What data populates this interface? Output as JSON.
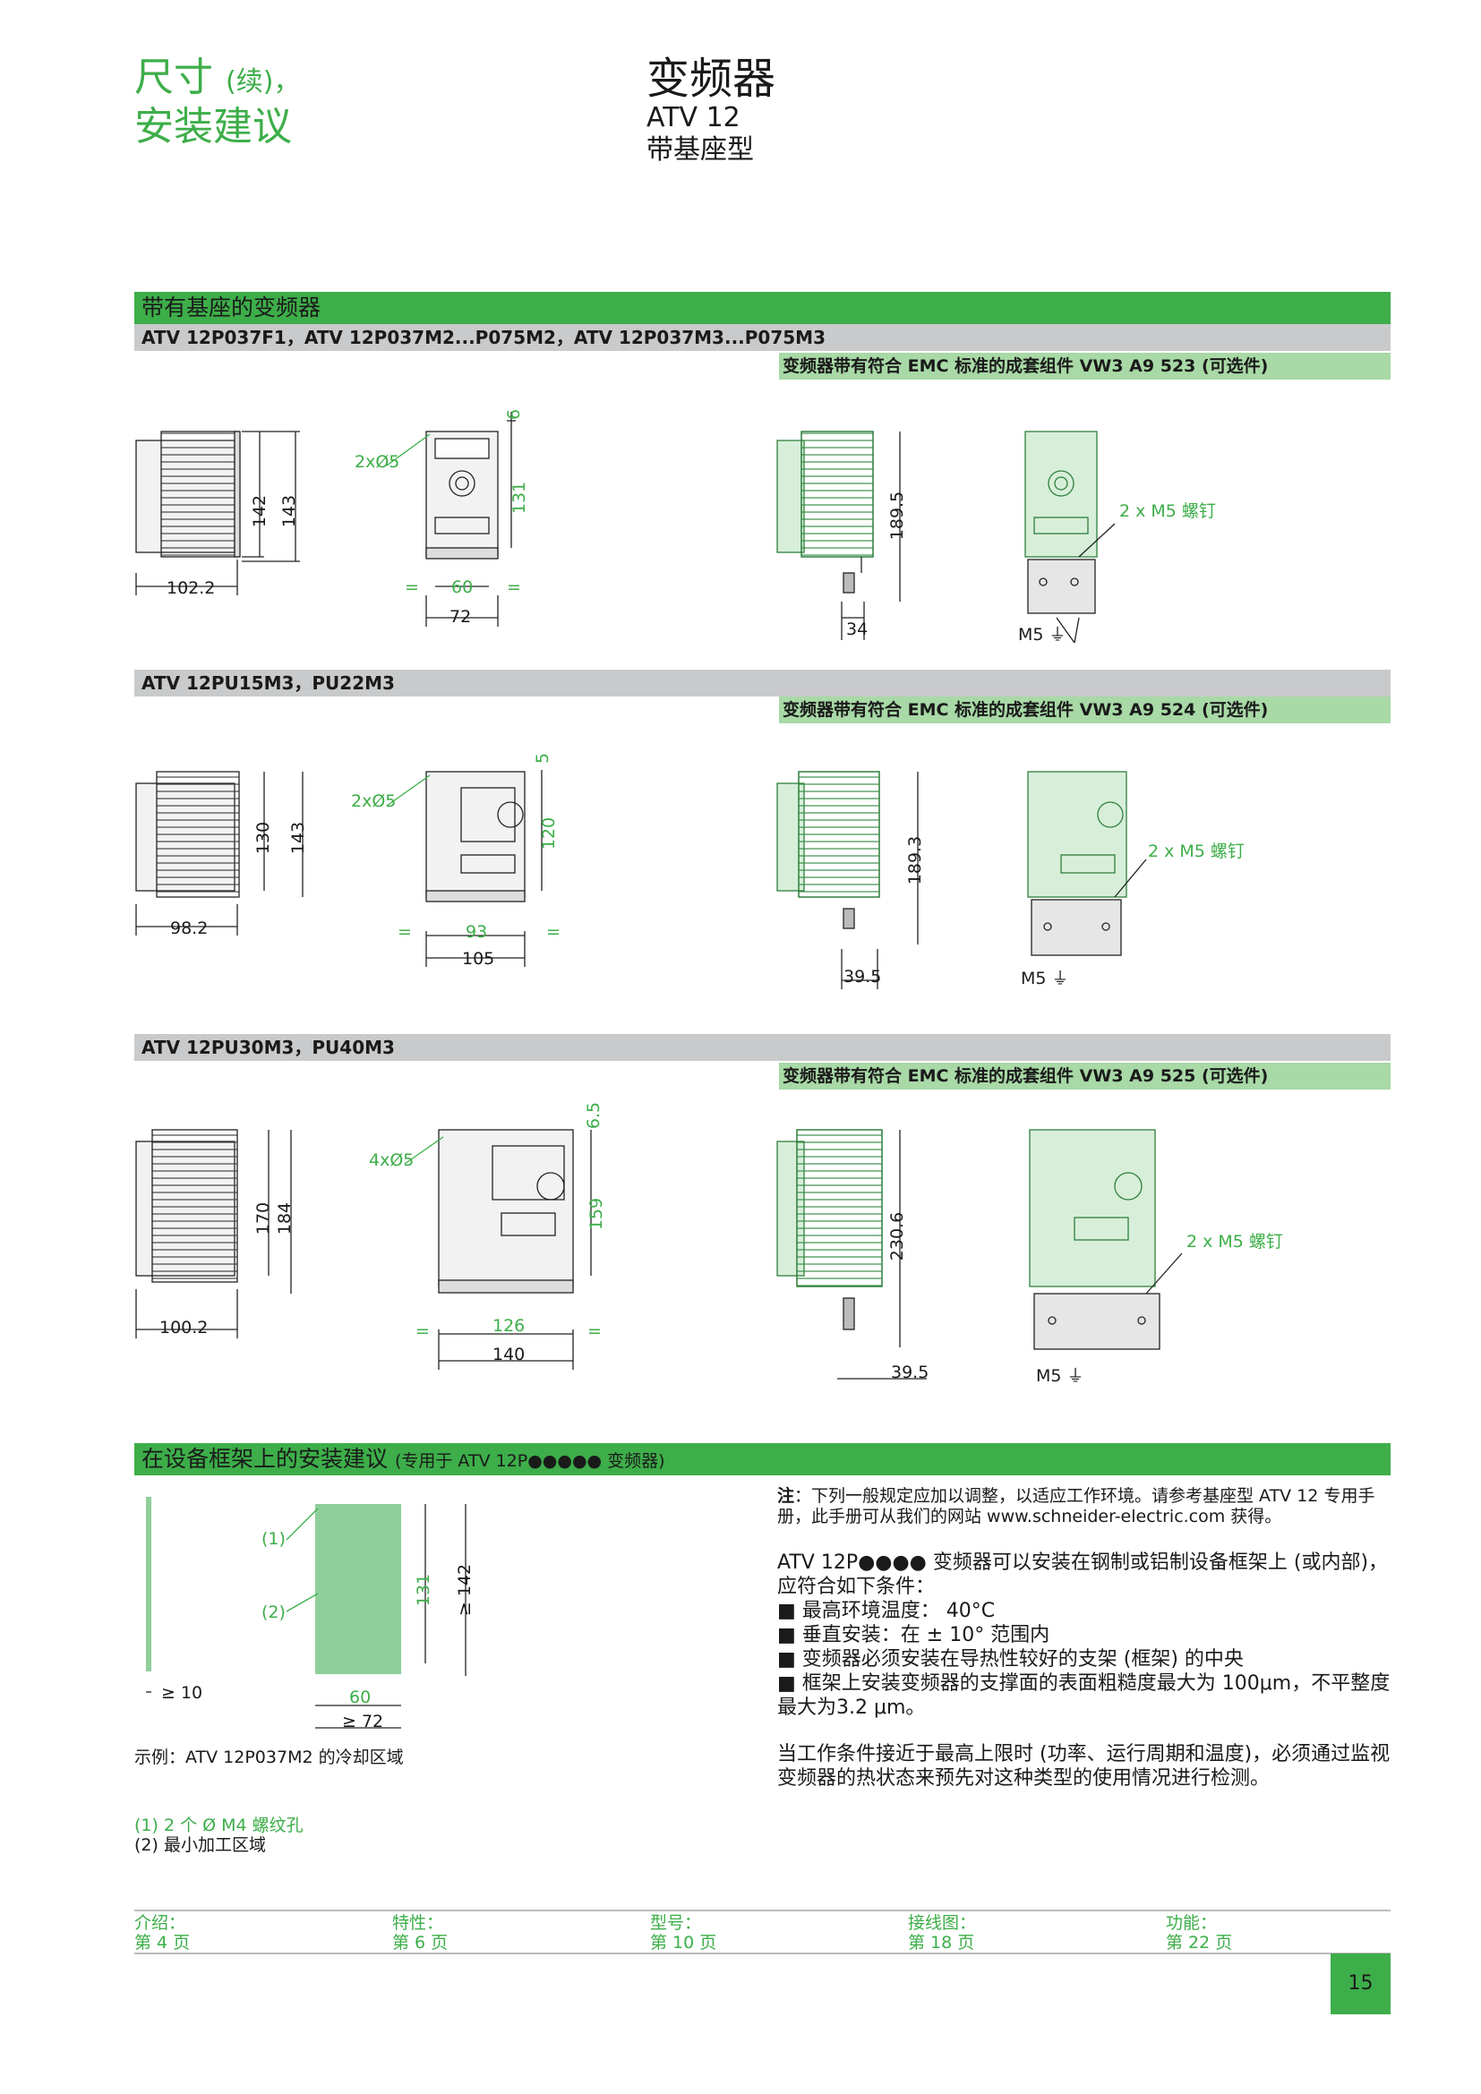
{
  "header": {
    "left_line1": "尺寸",
    "left_line1_small": "(续)，",
    "left_line2": "安装建议",
    "title": "变频器",
    "model": "ATV 12",
    "subtitle": "带基座型"
  },
  "section1": {
    "title": "带有基座的变频器",
    "row1_models": "ATV 12P037F1，ATV 12P037M2...P075M2，ATV 12P037M3...P075M3",
    "row1_kit": "变频器带有符合 EMC 标准的成套组件 VW3 A9 523 (可选件)",
    "row1_dims": {
      "side_w": "102.2",
      "h1": "142",
      "h2": "143",
      "holes": "2xØ5",
      "top": "6",
      "h3": "131",
      "w1": "60",
      "w2": "72",
      "emc_h": "189.5",
      "emc_w": "34",
      "screw": "2 x M5 螺钉",
      "m5": "M5 ⏚",
      "eq": "="
    },
    "row2_models": "ATV 12PU15M3，PU22M3",
    "row2_kit": "变频器带有符合 EMC 标准的成套组件 VW3 A9 524 (可选件)",
    "row2_dims": {
      "side_w": "98.2",
      "h1": "130",
      "h2": "143",
      "holes": "2xØ5",
      "top": "5",
      "h3": "120",
      "w1": "93",
      "w2": "105",
      "emc_h": "189.3",
      "emc_w": "39.5",
      "screw": "2 x M5 螺钉",
      "m5": "M5 ⏚",
      "eq": "="
    },
    "row3_models": "ATV 12PU30M3，PU40M3",
    "row3_kit": "变频器带有符合 EMC 标准的成套组件 VW3 A9 525 (可选件)",
    "row3_dims": {
      "side_w": "100.2",
      "h1": "170",
      "h2": "184",
      "holes": "4xØ5",
      "top": "6.5",
      "h3": "159",
      "w1": "126",
      "w2": "140",
      "emc_h": "230.6",
      "emc_w": "39.5",
      "screw": "2 x M5 螺钉",
      "m5": "M5 ⏚",
      "eq": "="
    }
  },
  "section2": {
    "title": "在设备框架上的安装建议",
    "title_small": "(专用于 ATV 12P●●●●● 变频器)",
    "fig": {
      "c1": "(1)",
      "c2": "(2)",
      "gap": "≥ 10",
      "h1": "131",
      "h2": "≥ 142",
      "w1": "60",
      "w2": "≥ 72"
    },
    "caption": "示例：ATV 12P037M2 的冷却区域",
    "footnote1": "(1) 2 个 Ø M4 螺纹孔",
    "footnote2": "(2) 最小加工区域",
    "note_label": "注",
    "note_text": "：下列一般规定应加以调整，以适应工作环境。请参考基座型 ATV 12 专用手册，此手册可从我们的网站 www.schneider-electric.com 获得。",
    "intro": "ATV 12P●●●● 变频器可以安装在钢制或铝制设备框架上 (或内部)，应符合如下条件：",
    "bullets": [
      "■ 最高环境温度： 40°C",
      "■ 垂直安装：在 ± 10° 范围内",
      "■ 变频器必须安装在导热性较好的支架 (框架) 的中央",
      "■ 框架上安装变频器的支撑面的表面粗糙度最大为 100μm，不平整度最大为3.2 μm。"
    ],
    "closing": "当工作条件接近于最高上限时 (功率、运行周期和温度)，必须通过监视变频器的热状态来预先对这种类型的使用情况进行检测。"
  },
  "footer": {
    "items": [
      {
        "label": "介绍：",
        "page": "第 4 页"
      },
      {
        "label": "特性：",
        "page": "第 6 页"
      },
      {
        "label": "型号：",
        "page": "第 10 页"
      },
      {
        "label": "接线图：",
        "page": "第 18 页"
      },
      {
        "label": "功能：",
        "page": "第 22 页"
      }
    ],
    "page_number": "15"
  },
  "colors": {
    "accent": "#3dae49",
    "light_green": "#a8d9a6",
    "grey_bar": "#c9cacb",
    "fill_green": "#8fcf9b"
  }
}
